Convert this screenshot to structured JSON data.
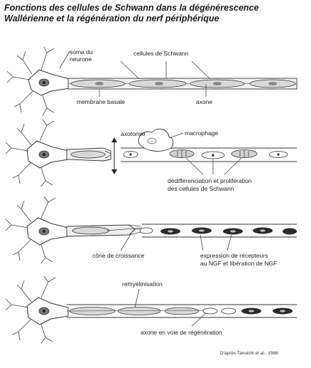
{
  "title": {
    "line1": "Fonctions des cellules de Schwann dans la dégénérescence",
    "line2": "Wallérienne et la régénération du nerf périphérique"
  },
  "panel1": {
    "soma_line1": "soma du",
    "soma_line2": "neurone",
    "schwann_cells": "cellules de Schwann",
    "basal_membrane": "membrane basale",
    "axon": "axone"
  },
  "panel2": {
    "axotomy": "axotomie",
    "macrophage": "macrophage",
    "dediff_line1": "dédifférenciation et prolifération",
    "dediff_line2": "des cellules de Schwann"
  },
  "panel3": {
    "growth_cone": "cône de croissance",
    "ngf_line1": "expression de récepteurs",
    "ngf_line2": "au NGF et libération de NGF"
  },
  "panel4": {
    "remyelination": "remyélinisation",
    "regen_axon": "axone en voie de régénération"
  },
  "credit": "D'après Tanuichi et al., 1988",
  "colors": {
    "ink": "#1a1a1a",
    "stroke": "#333333",
    "cell_fill": "#e6e6e6",
    "ngf_cell_fill": "#2a2a2a"
  }
}
